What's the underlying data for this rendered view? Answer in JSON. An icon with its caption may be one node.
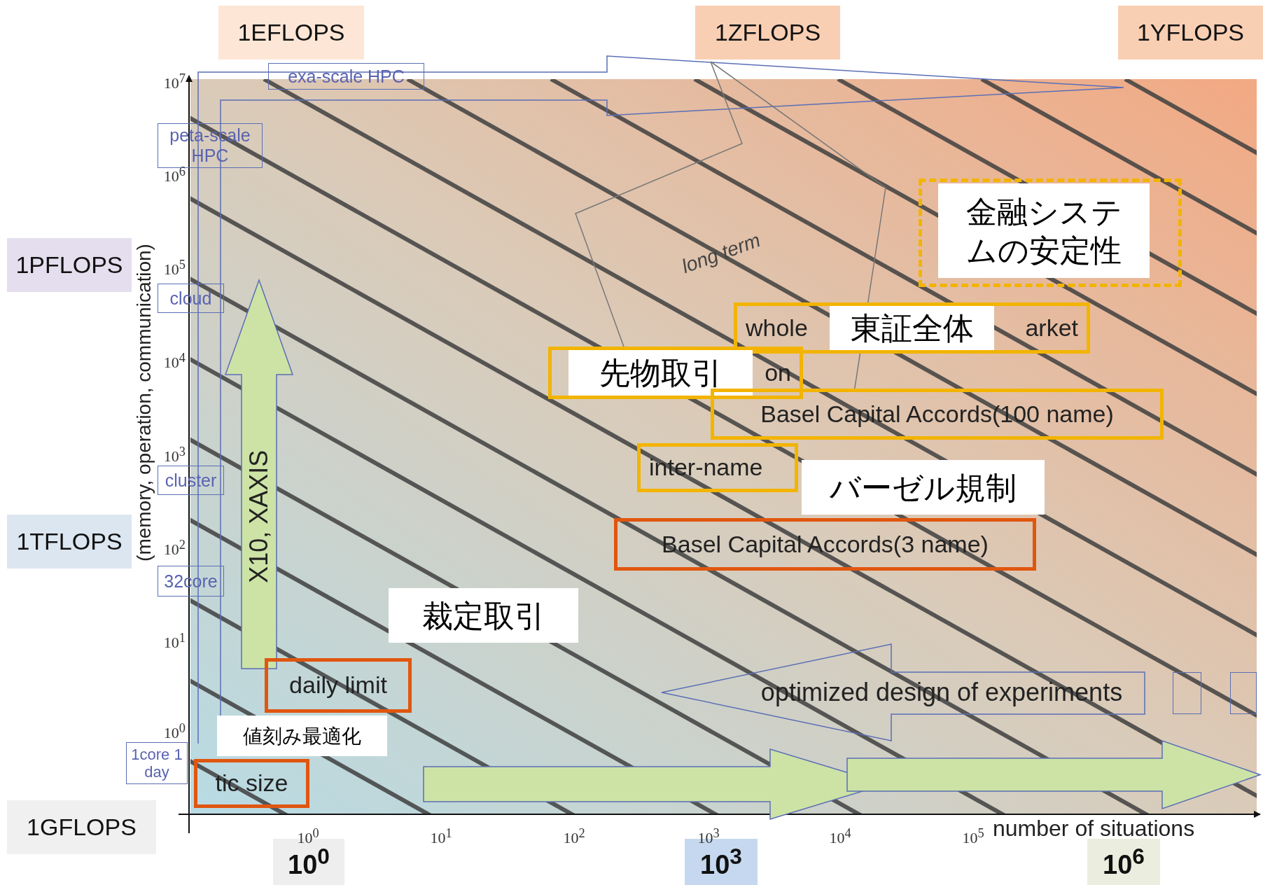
{
  "diagram": {
    "nodes": [
      {
        "text": [
          "1EFLOPS"
        ]
      },
      {
        "text": [
          "1ZFLOPS"
        ]
      },
      {
        "text": [
          "1YFLOPS"
        ]
      },
      {
        "text": [
          "exa-scale HPC"
        ]
      },
      {
        "text": [
          "peta-scale HPC"
        ]
      },
      {
        "text": [],
        "shape": "box"
      },
      {
        "text": [
          "金融システムの安定性"
        ],
        "in": 5
      },
      {
        "text": [
          "1PFLOPS"
        ]
      },
      {
        "text": [
          "cloud"
        ]
      },
      {
        "text": [
          "whole",
          "arket"
        ]
      },
      {
        "text": [
          "東証全体"
        ],
        "in": 9
      },
      {
        "text": [
          "X10, XAXIS"
        ]
      },
      {
        "text": [
          "on"
        ]
      },
      {
        "text": [
          "先物取引"
        ],
        "in": 12
      },
      {
        "text": [
          "Basel Capital Accords(100 name)"
        ]
      },
      {
        "text": [
          "inter-name"
        ]
      },
      {
        "text": [
          "cluster"
        ]
      },
      {
        "text": [
          "バーゼル規制"
        ]
      },
      {
        "text": [
          "1TFLOPS"
        ]
      },
      {
        "text": [
          "Basel Capital Accords(3 name)"
        ]
      },
      {
        "text": [
          "32core"
        ]
      },
      {
        "text": [
          "裁定取引"
        ]
      },
      {
        "text": [
          "daily limit"
        ]
      },
      {
        "text": [
          "optimized design of experiments"
        ]
      },
      {
        "text": [],
        "shape": "box"
      },
      {
        "text": [],
        "shape": "box"
      },
      {
        "text": [
          "1core 1 day"
        ]
      },
      {
        "text": [
          "値刻み最適化"
        ]
      },
      {
        "text": [
          "tic size"
        ]
      },
      {
        "text": [],
        "shape": "arrow"
      },
      {
        "text": [],
        "shape": "arrow"
      },
      {
        "text": [
          "1GFLOPS"
        ]
      },
      {
        "text": [
          "10$^{0}$"
        ]
      },
      {
        "text": [
          "10$^{3}$"
        ]
      },
      {
        "text": [
          "10$^{6}$"
        ]
      }
    ],
    "labels": [
      "10$^{7}$",
      "10$^{6}$",
      "10$^{5}$",
      "10$^{4}$",
      "10$^{3}$",
      "10$^{2}$",
      "10$^{1}$",
      "10$^{0}$",
      "long term",
      "(memory, operation, communication)",
      "10$^{0}$",
      "10$^{1}$",
      "10$^{2}$",
      "10$^{3}$",
      "10$^{4}$",
      "10$^{5}$",
      "number of situations"
    ]
  }
}
